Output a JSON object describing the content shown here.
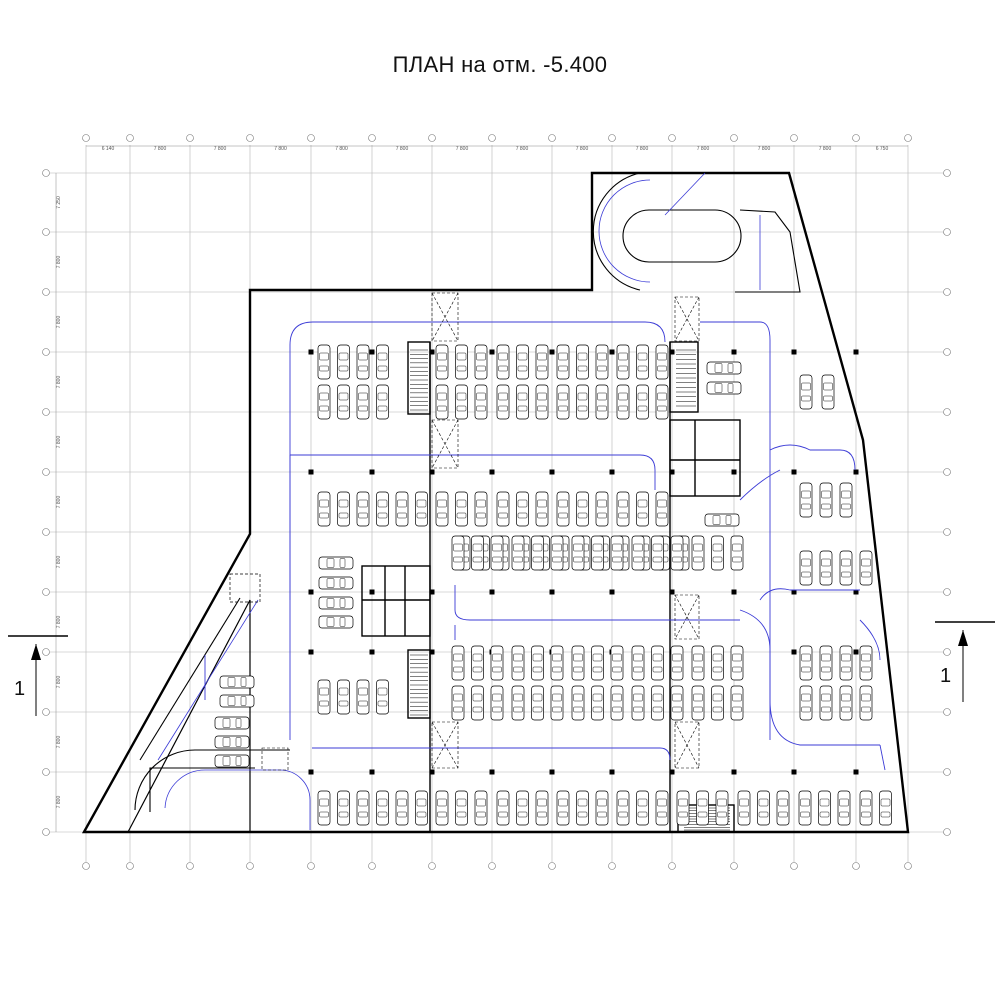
{
  "title": "ПЛАН на отм. -5.400",
  "grid": {
    "col_spans": [
      "6 140",
      "7 800",
      "7 800",
      "7 800",
      "7 800",
      "7 800",
      "7 800",
      "7 800",
      "7 800",
      "7 800",
      "7 800",
      "7 800",
      "7 800",
      "6 750"
    ],
    "row_spans": [
      "7 250",
      "7 800",
      "7 800",
      "7 800",
      "7 800",
      "7 800",
      "7 800",
      "7 800",
      "7 800",
      "7 800",
      "7 800"
    ]
  },
  "section_marks": [
    {
      "side": "left",
      "label": "1"
    },
    {
      "side": "right",
      "label": "1"
    }
  ],
  "colors": {
    "lines": "#000000",
    "grid": "#b5b5b5",
    "traffic": "#3b3bd6"
  }
}
